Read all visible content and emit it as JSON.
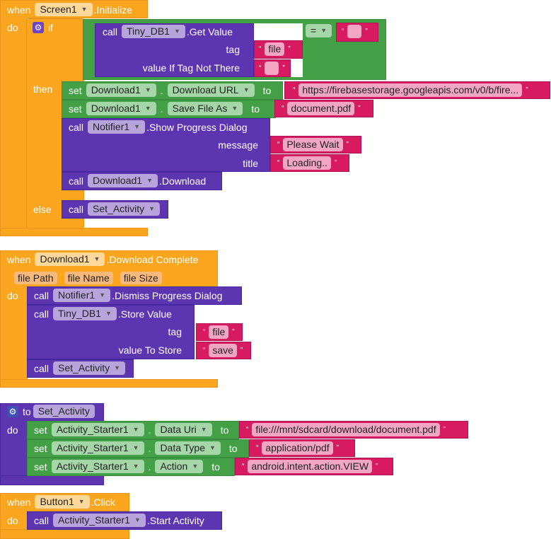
{
  "colors": {
    "event": "#fba61e",
    "logic": "#43a047",
    "component": "#5e35b1",
    "text": "#d81b60"
  },
  "initialize": {
    "when": "when",
    "component": "Screen1",
    "event": ".Initialize",
    "do": "do",
    "if": "if",
    "then": "then",
    "else": "else",
    "get_value": {
      "call": "call",
      "component": "Tiny_DB1",
      "method": ".Get Value",
      "tag_label": "tag",
      "tag": "file",
      "default_label": "value If Tag Not There",
      "default": ""
    },
    "compare_op": "=",
    "compare_value": "",
    "set_url": {
      "set": "set",
      "component": "Download1",
      "dot": ".",
      "property": "Download URL",
      "to": "to",
      "value": "https://firebasestorage.googleapis.com/v0/b/fire..."
    },
    "set_file": {
      "set": "set",
      "component": "Download1",
      "dot": ".",
      "property": "Save File As",
      "to": "to",
      "value": "document.pdf"
    },
    "progress": {
      "call": "call",
      "component": "Notifier1",
      "method": ".Show Progress Dialog",
      "message_label": "message",
      "message": "Please Wait",
      "title_label": "title",
      "title": "Loading.."
    },
    "download": {
      "call": "call",
      "component": "Download1",
      "method": ".Download"
    },
    "else_call": {
      "call": "call",
      "procedure": "Set_Activity"
    }
  },
  "download_complete": {
    "when": "when",
    "component": "Download1",
    "event": ".Download Complete",
    "params": [
      "file Path",
      "file Name",
      "file Size"
    ],
    "do": "do",
    "dismiss": {
      "call": "call",
      "component": "Notifier1",
      "method": ".Dismiss Progress Dialog"
    },
    "store": {
      "call": "call",
      "component": "Tiny_DB1",
      "method": ".Store Value",
      "tag_label": "tag",
      "tag": "file",
      "value_label": "value To Store",
      "value": "save"
    },
    "proc_call": {
      "call": "call",
      "procedure": "Set_Activity"
    }
  },
  "procedure": {
    "to": "to",
    "name": "Set_Activity",
    "do": "do",
    "rows": [
      {
        "set": "set",
        "component": "Activity_Starter1",
        "dot": ".",
        "property": "Data Uri",
        "to": "to",
        "value": "file:///mnt/sdcard/download/document.pdf"
      },
      {
        "set": "set",
        "component": "Activity_Starter1",
        "dot": ".",
        "property": "Data Type",
        "to": "to",
        "value": "application/pdf"
      },
      {
        "set": "set",
        "component": "Activity_Starter1",
        "dot": ".",
        "property": "Action",
        "to": "to",
        "value": "android.intent.action.VIEW"
      }
    ]
  },
  "button_click": {
    "when": "when",
    "component": "Button1",
    "event": ".Click",
    "do": "do",
    "call": "call",
    "target": "Activity_Starter1",
    "method": ".Start Activity"
  }
}
